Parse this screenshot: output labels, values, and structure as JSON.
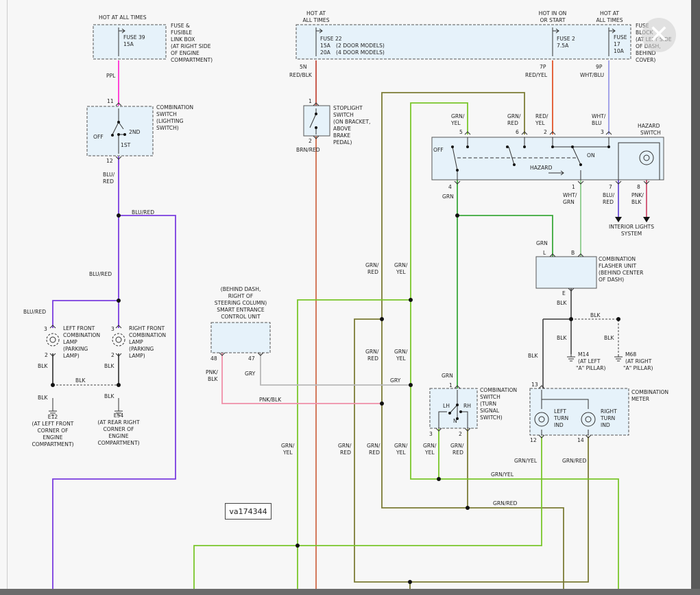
{
  "diagram_id": "va174344",
  "close_icon": "close-x-icon",
  "colors": {
    "ppl": "#ff2fd2",
    "blu_red": "#7a3ce0",
    "red_blk": "#c24a3c",
    "brn_red": "#cf6a4a",
    "red_yel": "#e25428",
    "wht_blu": "#9a9ae6",
    "wht_grn": "#8ccc8c",
    "grn": "#3aa83a",
    "grn_yel": "#79c62a",
    "grn_red": "#7b7b35",
    "pnk_blk": "#f090a8",
    "gry": "#b8b8b8",
    "blk": "#444444"
  },
  "labels": {
    "hot_all_times_1": "HOT AT ALL TIMES",
    "fuse_box_title": [
      "FUSE &",
      "FUSIBLE",
      "LINK BOX",
      "(AT RIGHT SIDE",
      "OF ENGINE",
      "COMPARTMENT)"
    ],
    "fuse39": [
      "FUSE 39",
      "15A"
    ],
    "ppl": "PPL",
    "pin11": "11",
    "comb_light_title": [
      "COMBINATION",
      "SWITCH",
      "(LIGHTING",
      "SWITCH)"
    ],
    "off": "OFF",
    "second": "2ND",
    "first": "1ST",
    "pin12": "12",
    "blu_red_a": [
      "BLU/",
      "RED"
    ],
    "blu_red_h": "BLU/RED",
    "blu_red_v": "BLU/RED",
    "blu_red_l": "BLU/RED",
    "pin3a": "3",
    "pin3b": "3",
    "pin2a": "2",
    "pin2b": "2",
    "lf_lamp": [
      "LEFT FRONT",
      "COMBINATION",
      "LAMP",
      "(PARKING",
      "LAMP)"
    ],
    "rf_lamp": [
      "RIGHT FRONT",
      "COMBINATION",
      "LAMP",
      "(PARKING",
      "LAMP)"
    ],
    "blk": "BLK",
    "e12": [
      "E12",
      "(AT LEFT FRONT",
      "CORNER OF",
      "ENGINE",
      "COMPARTMENT)"
    ],
    "e54": [
      "E54",
      "(AT REAR RIGHT",
      "CORNER OF",
      "ENGINE",
      "COMPARTMENT)"
    ],
    "hot_all_times_2": [
      "HOT AT",
      "ALL TIMES"
    ],
    "fuse22": [
      "FUSE 22",
      "15A",
      "20A"
    ],
    "fuse22_models": [
      "(2 DOOR MODELS)",
      "(4 DOOR MODELS)"
    ],
    "hot_on_start": [
      "HOT IN ON",
      "OR START"
    ],
    "hot_all_times_3": [
      "HOT AT",
      "ALL TIMES"
    ],
    "fuse2": [
      "FUSE 2",
      "7.5A"
    ],
    "fuse17": [
      "FUSE",
      "17",
      "10A"
    ],
    "fuse_block_title": [
      "FUSE",
      "BLOCK",
      "(AT LEFT SIDE",
      "OF DASH,",
      "BEHIND",
      "COVER)"
    ],
    "pin5n": "5N",
    "pin7p": "7P",
    "pin9p": "9P",
    "red_blk": "RED/BLK",
    "red_yel": "RED/YEL",
    "wht_blu": "WHT/BLU",
    "pin1": "1",
    "pin2": "2",
    "stoplight": [
      "STOPLIGHT",
      "SWITCH",
      "(ON BRACKET,",
      "ABOVE",
      "BRAKE",
      "PEDAL)"
    ],
    "brn_red": "BRN/RED",
    "grn_yel_2l": [
      "GRN/",
      "YEL"
    ],
    "grn_red_2l": [
      "GRN/",
      "RED"
    ],
    "red_yel_2l": [
      "RED/",
      "YEL"
    ],
    "wht_blu_2l": [
      "WHT/",
      "BLU"
    ],
    "pin5": "5",
    "pin6": "6",
    "pin2h": "2",
    "pin3h": "3",
    "hazard_switch": [
      "HAZARD",
      "SWITCH"
    ],
    "on": "ON",
    "hazard": "HAZARD",
    "pin4": "4",
    "pin1h": "1",
    "pin7": "7",
    "pin8": "8",
    "grn": "GRN",
    "wht_grn": [
      "WHT/",
      "GRN"
    ],
    "blu_red_2": [
      "BLU/",
      "RED"
    ],
    "pnk_blk_2": [
      "PNK/",
      "BLK"
    ],
    "interior_lights": [
      "INTERIOR LIGHTS",
      "SYSTEM"
    ],
    "pinL": "L",
    "pinB": "B",
    "flasher": [
      "COMBINATION",
      "FLASHER UNIT",
      "(BEHIND CENTER",
      "OF DASH)"
    ],
    "pinE": "E",
    "m14": [
      "M14",
      "(AT LEFT",
      "\"A\" PILLAR)"
    ],
    "m68": [
      "M68",
      "(AT RIGHT",
      "\"A\" PILLAR)"
    ],
    "smart_entrance": [
      "(BEHIND DASH,",
      "RIGHT OF",
      "STEERING COLUMN)",
      "SMART ENTRANCE",
      "CONTROL UNIT"
    ],
    "pin48": "48",
    "pin47": "47",
    "pnk_blk": [
      "PNK/",
      "BLK"
    ],
    "gry": "GRY",
    "pnk_blk_h": "PNK/BLK",
    "turn_switch": [
      "COMBINATION",
      "SWITCH",
      "(TURN",
      "SIGNAL",
      "SWITCH)"
    ],
    "lh": "LH",
    "rh": "RH",
    "n": "N",
    "pin1t": "1",
    "pin3t": "3",
    "pin2t": "2",
    "pin13": "13",
    "comb_meter": [
      "COMBINATION",
      "METER"
    ],
    "left_turn": [
      "LEFT",
      "TURN",
      "IND"
    ],
    "right_turn": [
      "RIGHT",
      "TURN",
      "IND"
    ],
    "pin12m": "12",
    "pin14m": "14",
    "grn_yel_h": "GRN/YEL",
    "grn_red_h": "GRN/RED"
  }
}
